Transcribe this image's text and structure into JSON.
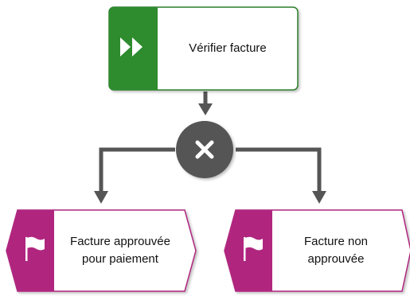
{
  "colors": {
    "function_fill": "#2e8b2e",
    "function_border": "#2a7f2a",
    "event_fill": "#b0277f",
    "event_border": "#b0277f",
    "connector_fill": "#555555",
    "arrow": "#555555",
    "label_text": "#111111"
  },
  "function": {
    "icon": "fast-forward-icon",
    "label": "Vérifier facture"
  },
  "connector": {
    "icon": "xor-close-icon"
  },
  "events": [
    {
      "icon": "flag-icon",
      "label_line1": "Facture approuvée",
      "label_line2": "pour paiement"
    },
    {
      "icon": "flag-icon",
      "label_line1": "Facture non",
      "label_line2": "approuvée"
    }
  ]
}
